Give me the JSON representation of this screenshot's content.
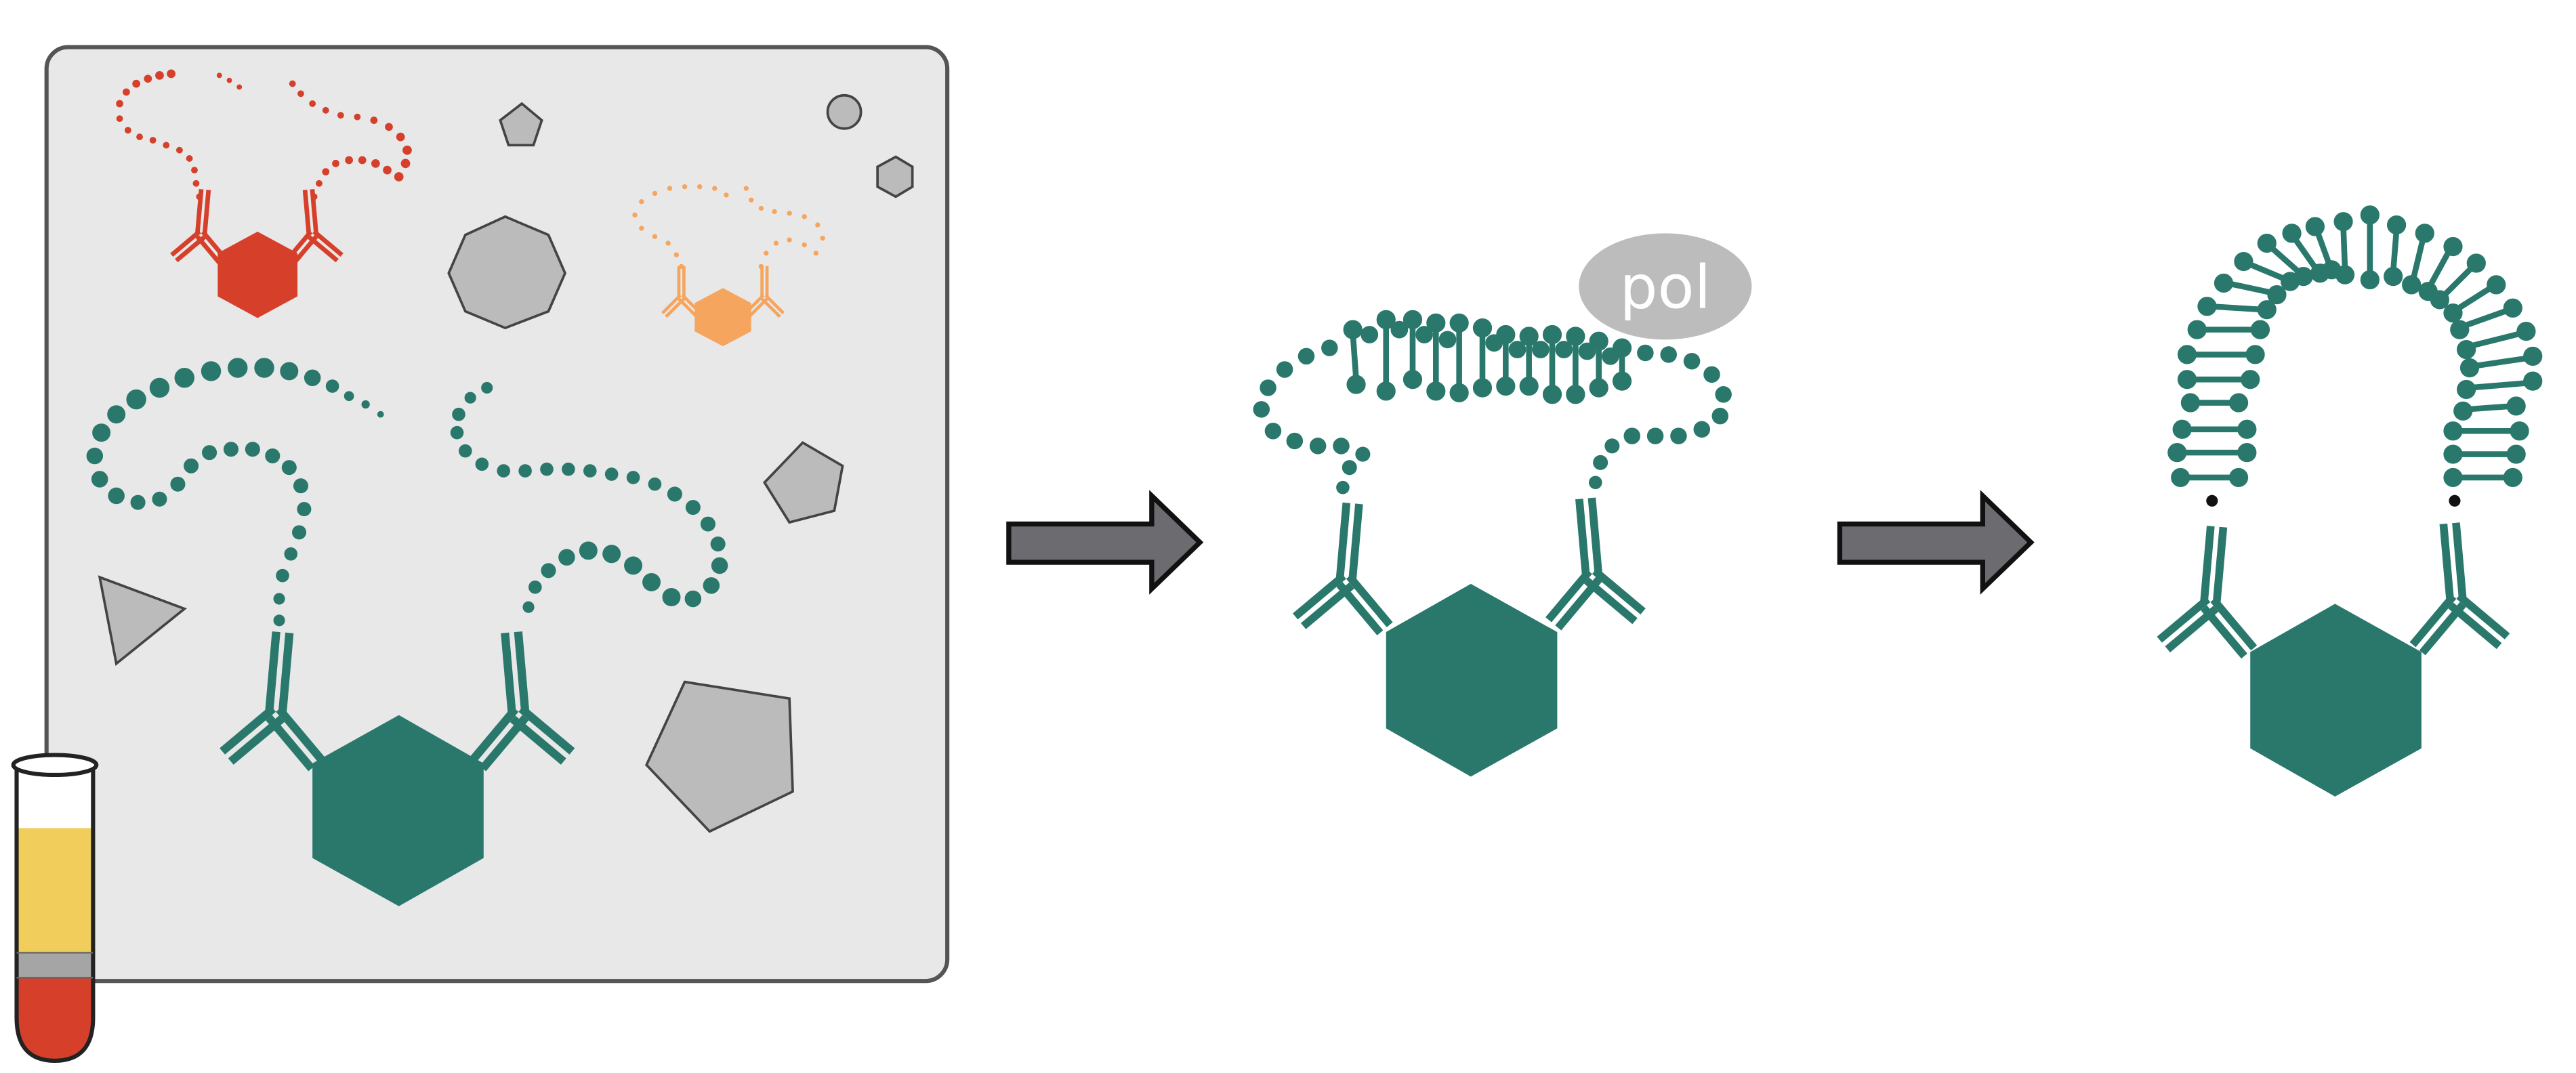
{
  "colors": {
    "teal": "#2a786c",
    "red": "#d6402a",
    "orange": "#f5a55e",
    "panel": "#e8e8e8",
    "panel_border": "#555555",
    "shape_gray": "#b9b9b9",
    "arrow": "#6c6b70",
    "pol_bubble": "#bcbcbc",
    "tube_yellow": "#f1cd5b",
    "tube_red": "#d6402a"
  },
  "panels": {
    "sample": {
      "items": [
        "blood-tube",
        "target-complex-teal",
        "target-complex-red",
        "target-complex-orange",
        "background-gray-shapes"
      ]
    },
    "extension": {
      "enzyme_label": "pol"
    },
    "ligation": {
      "items": [
        "double-stranded-loop",
        "junction-dots"
      ]
    }
  },
  "icons": [
    "blood-tube-icon",
    "antibody-icon",
    "hexagon-antigen-icon",
    "right-arrow-icon"
  ]
}
